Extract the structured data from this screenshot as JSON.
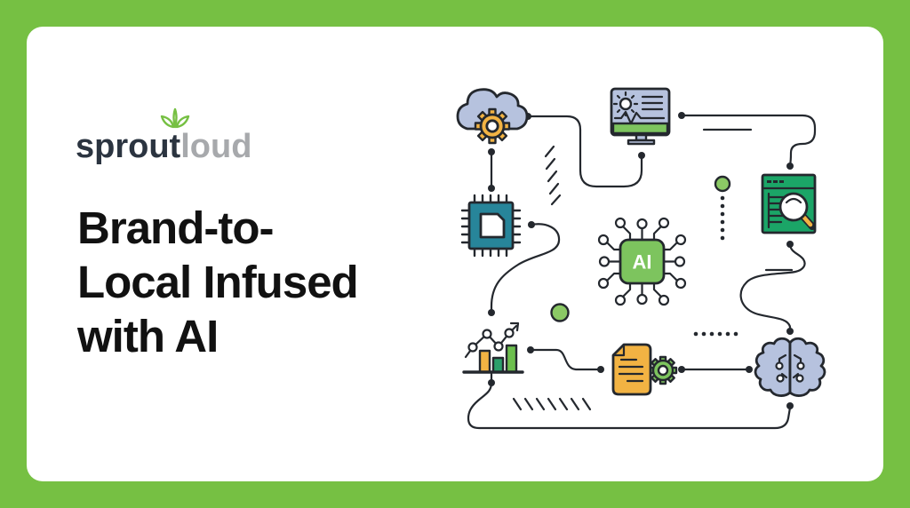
{
  "theme": {
    "page-bg": "#76c043",
    "card-bg": "#ffffff",
    "ink": "#24282e",
    "headline": "#111111",
    "logo-dark": "#2b3440",
    "logo-gray": "#a7a9ac",
    "green": "#76c043",
    "light-green": "#8bc965",
    "chip-green": "#7dc45e",
    "emerald": "#1ba567",
    "teal": "#27859a",
    "yellow": "#f2b343",
    "periwinkle": "#b6c2de",
    "bar-green": "#6cbf4e",
    "bar-teal": "#2ba06b"
  },
  "logo": {
    "part1": "sprout",
    "part2": "loud",
    "leaf_icon": "three-leaf-sprout"
  },
  "headline": {
    "line1": "Brand-to-",
    "line2": "Local Infused",
    "line3": "with AI"
  },
  "illustration": {
    "ai_label": "AI",
    "icons": [
      "cloud-gear-icon",
      "monitor-analytics-icon",
      "cpu-chip-icon",
      "ai-chip-icon",
      "browser-search-icon",
      "growth-chart-icon",
      "document-gear-icon",
      "brain-icon"
    ]
  }
}
